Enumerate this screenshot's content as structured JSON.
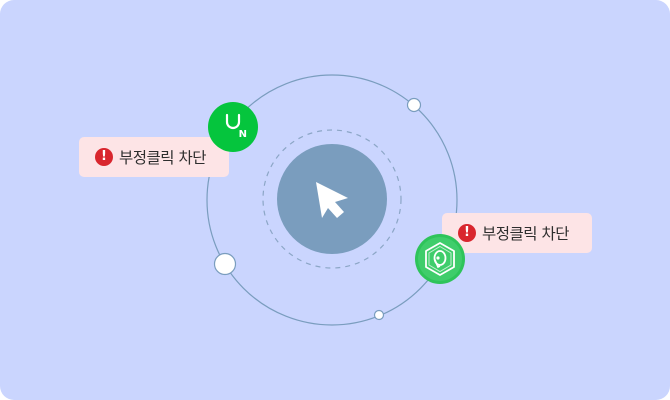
{
  "illustration": {
    "background_color": "#cad5fe",
    "center": {
      "icon": "cursor-arrow-icon",
      "fill_color": "#7a9dbe"
    },
    "orbit": {
      "stroke_color": "#7a9dbe",
      "dashed_ring_color": "#8ca6c6"
    },
    "badges": [
      {
        "icon": "exclamation-icon",
        "icon_glyph": "!",
        "label": "부정클릭 차단",
        "background": "#fde4e6"
      },
      {
        "icon": "exclamation-icon",
        "icon_glyph": "!",
        "label": "부정클릭 차단",
        "background": "#fde4e6"
      }
    ],
    "platform_icons": [
      {
        "name": "naver-shopping-icon",
        "letter": "N",
        "color": "#05c53d"
      },
      {
        "name": "box-3d-icon",
        "color": "#2ec45a"
      }
    ]
  }
}
